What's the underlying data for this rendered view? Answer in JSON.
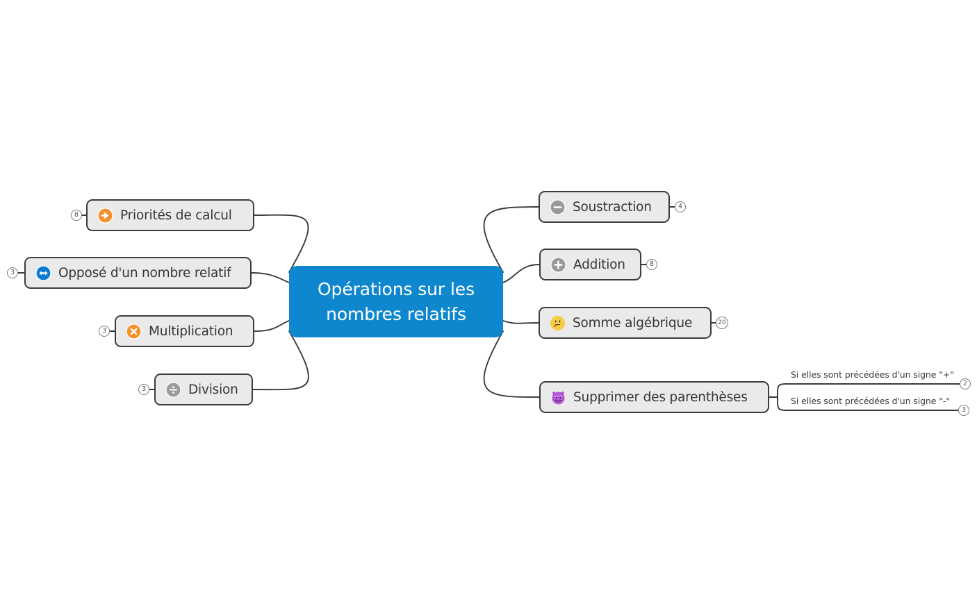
{
  "map": {
    "title": "Opérations sur les nombres relatifs",
    "central": {
      "label": "Opérations sur les\nnombres relatifs",
      "fill": "#0e87ce",
      "text_color": "#ffffff"
    },
    "node_style": {
      "fill": "#eaeaea",
      "border": "#3c3c3c",
      "text_color": "#363636",
      "edge_color": "#3a3a3a",
      "badge_border": "#7a7a7a",
      "badge_text": "#555555"
    },
    "branches_left": [
      {
        "label": "Priorités de calcul",
        "badge": "8",
        "icon": "orange-arrow-right-circle-icon",
        "icon_color": "#f5912d"
      },
      {
        "label": "Opposé d'un nombre relatif",
        "badge": "3",
        "icon": "blue-left-right-arrow-circle-icon",
        "icon_color": "#0b7bd4"
      },
      {
        "label": "Multiplication",
        "badge": "3",
        "icon": "orange-x-circle-icon",
        "icon_color": "#f5912d"
      },
      {
        "label": "Division",
        "badge": "3",
        "icon": "gray-divide-circle-icon",
        "icon_color": "#9a9a9a"
      }
    ],
    "branches_right": [
      {
        "label": "Soustraction",
        "badge": "4",
        "icon": "gray-minus-circle-icon",
        "icon_color": "#9a9a9a"
      },
      {
        "label": "Addition",
        "badge": "8",
        "icon": "gray-plus-circle-icon",
        "icon_color": "#9a9a9a"
      },
      {
        "label": "Somme algébrique",
        "badge": "20",
        "icon": "thinking-face-emoji-icon",
        "icon_color": "#f7cd46"
      },
      {
        "label": "Supprimer des parenthèses",
        "badge": "",
        "icon": "devil-face-emoji-icon",
        "icon_color": "#b556d6",
        "children": [
          {
            "label": "Si elles sont précédées d'un signe \"+\"",
            "badge": "2"
          },
          {
            "label": "Si elles sont précédées d'un signe \"-\"",
            "badge": "3"
          }
        ]
      }
    ]
  }
}
